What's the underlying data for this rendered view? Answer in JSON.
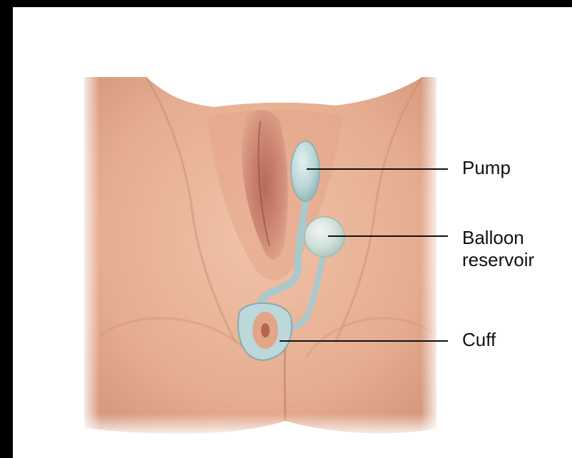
{
  "labels": {
    "pump": "Pump",
    "balloon_line1": "Balloon",
    "balloon_line2": "reservoir",
    "cuff": "Cuff"
  },
  "colors": {
    "frame": "#000000",
    "background": "#ffffff",
    "skin": "#e9b396",
    "skin_shadow": "#c98a70",
    "device": "#b9d6d8",
    "leader_line": "#111111",
    "label_text": "#111111"
  }
}
